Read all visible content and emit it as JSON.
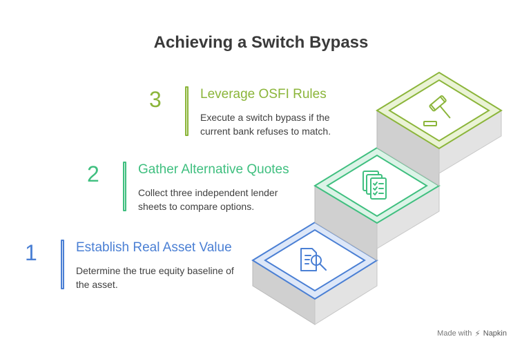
{
  "title": "Achieving a Switch Bypass",
  "steps": [
    {
      "number": "3",
      "heading": "Leverage OSFI Rules",
      "description": "Execute a switch bypass if the current bank refuses to match.",
      "color": "#8bb53a",
      "icon": "gavel-icon"
    },
    {
      "number": "2",
      "heading": "Gather Alternative Quotes",
      "description": "Collect three independent lender sheets to compare options.",
      "color": "#3fbf7f",
      "icon": "documents-checklist-icon"
    },
    {
      "number": "1",
      "heading": "Establish Real Asset Value",
      "description": "Determine the true equity baseline of the asset.",
      "color": "#4a7fd4",
      "icon": "document-search-icon"
    }
  ],
  "footer": {
    "made_with": "Made with",
    "brand": "Napkin"
  }
}
